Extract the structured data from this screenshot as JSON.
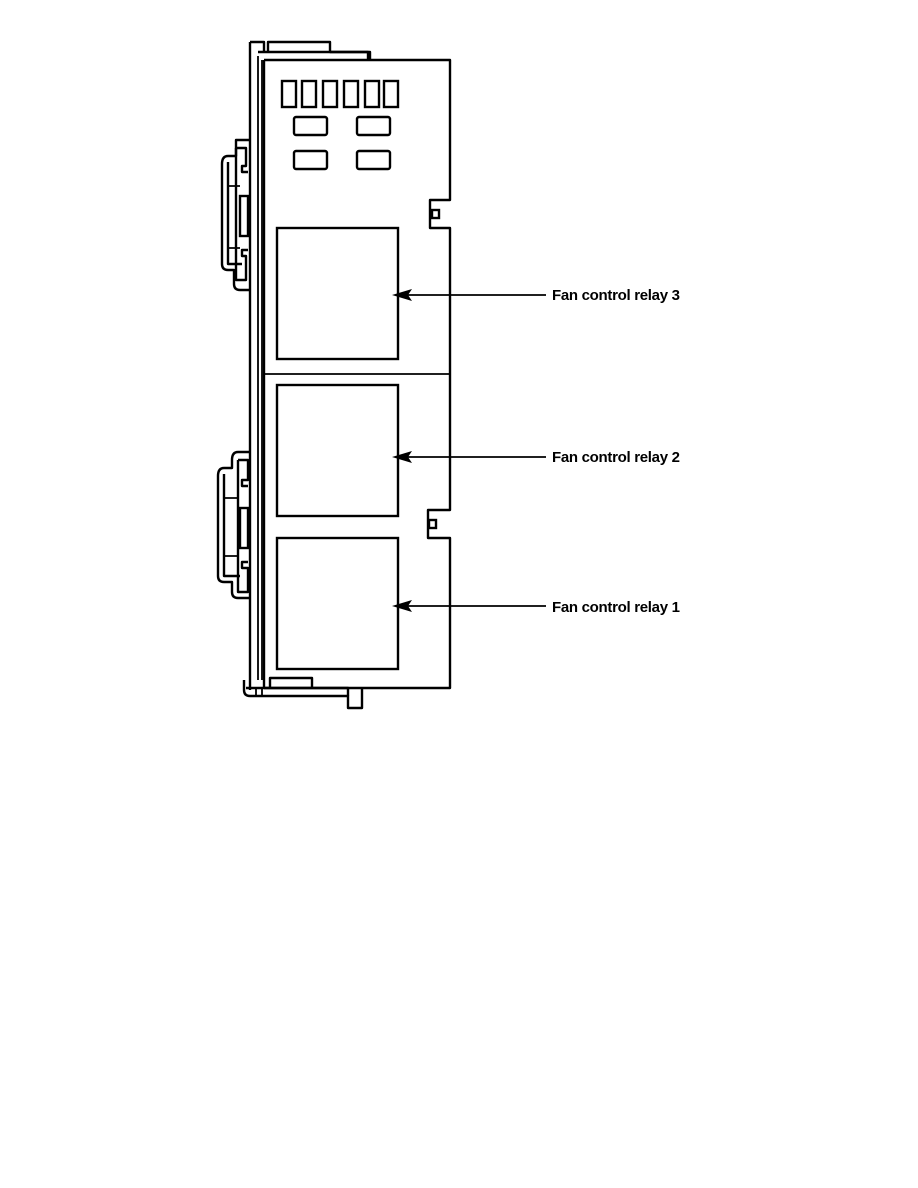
{
  "diagram": {
    "subject": "Relay box",
    "labels": [
      {
        "id": "relay3",
        "text": "Fan control relay 3"
      },
      {
        "id": "relay2",
        "text": "Fan control relay 2"
      },
      {
        "id": "relay1",
        "text": "Fan control relay 1"
      }
    ],
    "colors": {
      "line": "#000000",
      "background": "#ffffff"
    }
  }
}
